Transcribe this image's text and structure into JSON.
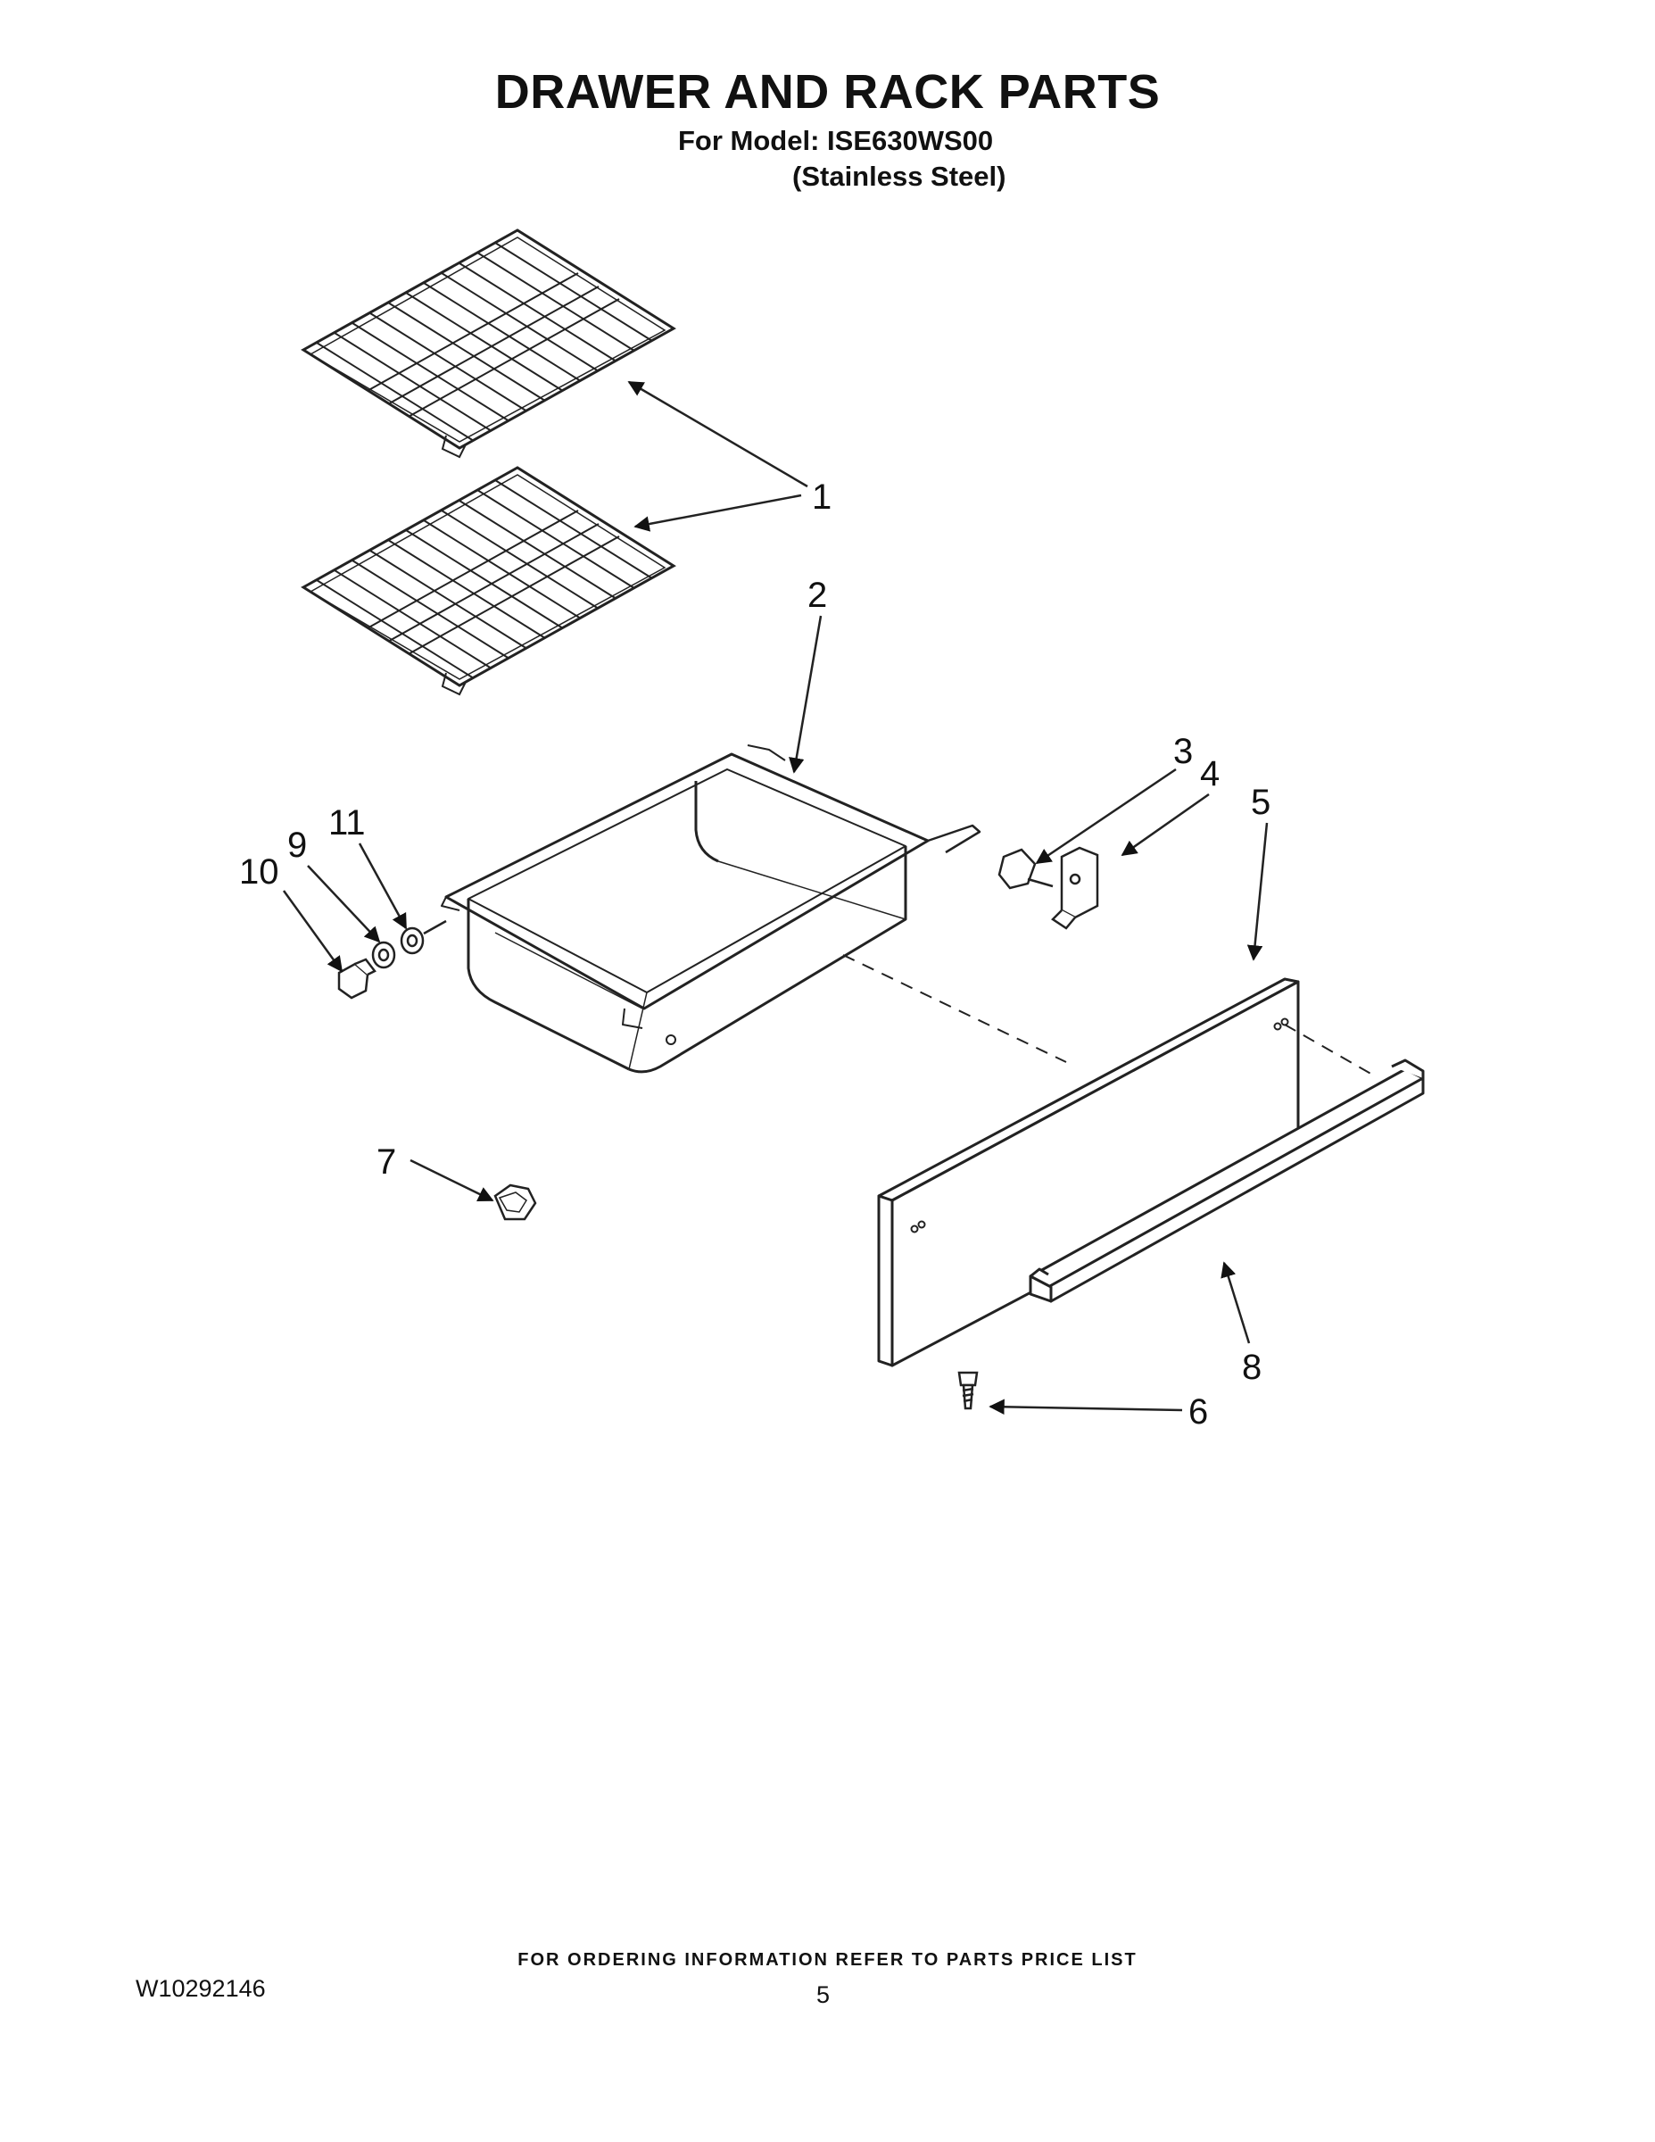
{
  "header": {
    "title": "DRAWER AND RACK PARTS",
    "model_line": "For Model: ISE630WS00",
    "finish_line": "(Stainless Steel)"
  },
  "callouts": {
    "c1": "1",
    "c2": "2",
    "c3": "3",
    "c4": "4",
    "c5": "5",
    "c6": "6",
    "c7": "7",
    "c8": "8",
    "c9": "9",
    "c10": "10",
    "c11": "11"
  },
  "footer": {
    "ordering_note": "FOR ORDERING INFORMATION REFER TO PARTS PRICE LIST",
    "document_number": "W10292146",
    "page_number": "5"
  }
}
